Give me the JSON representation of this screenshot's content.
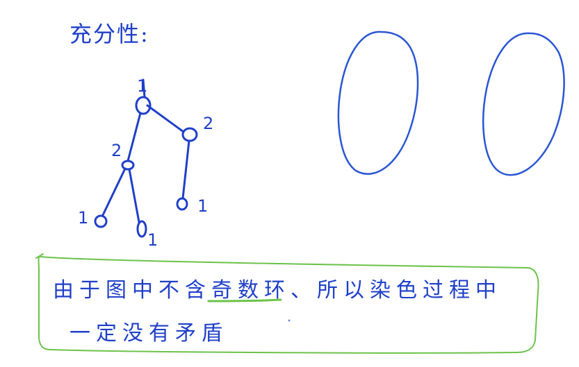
{
  "colors": {
    "ink_blue": "#1f3fc8",
    "ellipse_blue": "#2a55d4",
    "box_green": "#6cc24a",
    "background": "#ffffff"
  },
  "heading": "充分性:",
  "tree": {
    "root_label": "1",
    "right_child_label": "2",
    "left_child_label": "2",
    "left_left_leaf_label": "1",
    "left_right_leaf_label": "1",
    "right_leaf_label": "1"
  },
  "note": {
    "line1": "由于图中不含奇数环、所以染色过程中",
    "line2": "一定没有矛盾"
  }
}
